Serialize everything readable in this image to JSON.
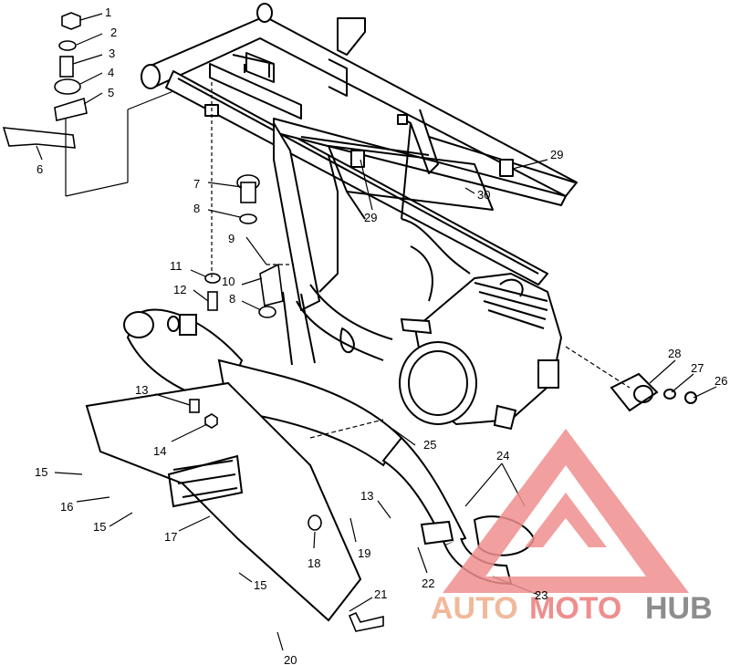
{
  "labels": {
    "l1": "1",
    "l2": "2",
    "l3": "3",
    "l4": "4",
    "l5": "5",
    "l6": "6",
    "l7": "7",
    "l8a": "8",
    "l8b": "8",
    "l9": "9",
    "l10": "10",
    "l11": "11",
    "l12": "12",
    "l13a": "13",
    "l13b": "13",
    "l14": "14",
    "l15a": "15",
    "l15b": "15",
    "l15c": "15",
    "l16": "16",
    "l17": "17",
    "l18": "18",
    "l19": "19",
    "l20": "20",
    "l21": "21",
    "l22": "22",
    "l23": "23",
    "l24": "24",
    "l25": "25",
    "l26": "26",
    "l27": "27",
    "l28": "28",
    "l29a": "29",
    "l29b": "29",
    "l30": "30"
  },
  "watermark": {
    "auto": "AUTO",
    "moto": "MOTO",
    "hub": "HUB",
    "colors": {
      "auto": "#f1b89a",
      "moto": "#ef8e8e",
      "hub": "#8d8d8d",
      "triangle": "#ef8e8e"
    }
  }
}
